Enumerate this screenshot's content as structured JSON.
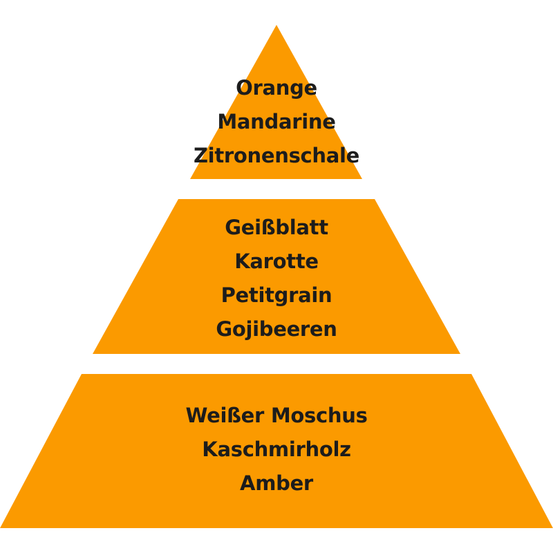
{
  "colors": {
    "tier_fill": "#FB9A00",
    "text": "#1c1c1c"
  },
  "pyramid": {
    "top": {
      "notes": [
        "Orange",
        "Mandarine",
        "Zitronenschale"
      ]
    },
    "middle": {
      "notes": [
        "Geißblatt",
        "Karotte",
        "Petitgrain",
        "Gojibeeren"
      ]
    },
    "base": {
      "notes": [
        "Weißer Moschus",
        "Kaschmirholz",
        "Amber"
      ]
    }
  }
}
